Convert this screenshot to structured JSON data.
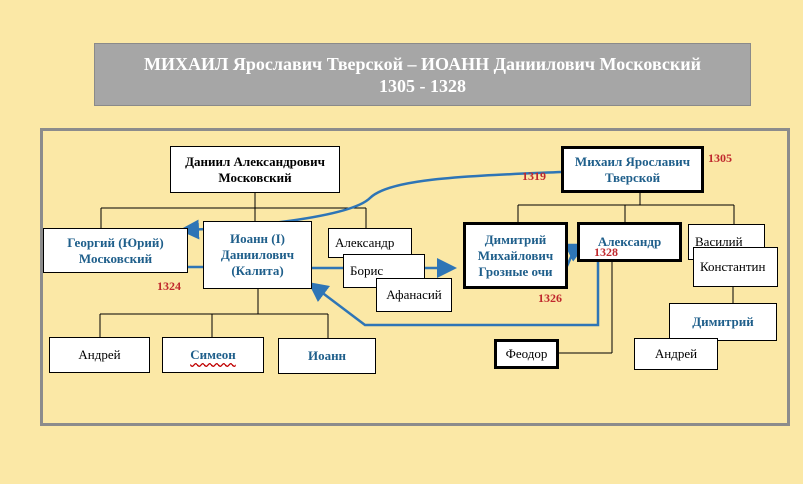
{
  "title": {
    "line1": "МИХАИЛ Ярославич Тверской – ИОАНН Даниилович Московский",
    "line2": "1305 - 1328"
  },
  "nodes": {
    "daniil": "Даниил Александрович\nМосковский",
    "mikhail": "Михаил Ярославич\nТверской",
    "georgy": "Георгий (Юрий)\nМосковский",
    "ioann_kalita": "Иоанн (I)\nДаниилович\n(Калита)",
    "aleksandr_d": "Александр",
    "boris": "Борис",
    "afanasy": "Афанасий",
    "dimitry_m": "Димитрий\nМихайлович\nГрозные очи",
    "aleksandr_m": "Александр",
    "vasily": "Василий",
    "konstantin": "Константин",
    "dimitry_k": "Димитрий",
    "andrey_k": "Андрей",
    "feodor": "Феодор",
    "andrey_i": "Андрей",
    "simeon": "Симеон",
    "ioann_i": "Иоанн"
  },
  "years": {
    "y1305": "1305",
    "y1319": "1319",
    "y1324": "1324",
    "y1326": "1326",
    "y1328": "1328"
  },
  "colors": {
    "background": "#fbe8a6",
    "banner": "#a6a6a6",
    "blue_text": "#1f5f8b",
    "arrow": "#2e75b6",
    "year_red": "#c0282d"
  }
}
